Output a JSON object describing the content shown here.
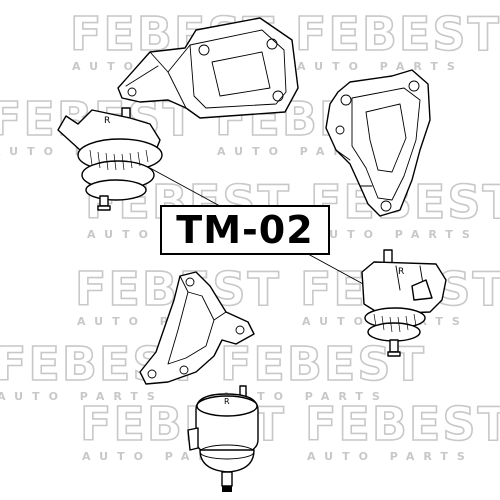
{
  "watermark": {
    "brand": "FEBEST",
    "sub": "AUTO PARTS",
    "color": "#c8c8c8"
  },
  "label": {
    "part_number": "TM-02"
  },
  "parts": {
    "small_label_letter": "R"
  }
}
